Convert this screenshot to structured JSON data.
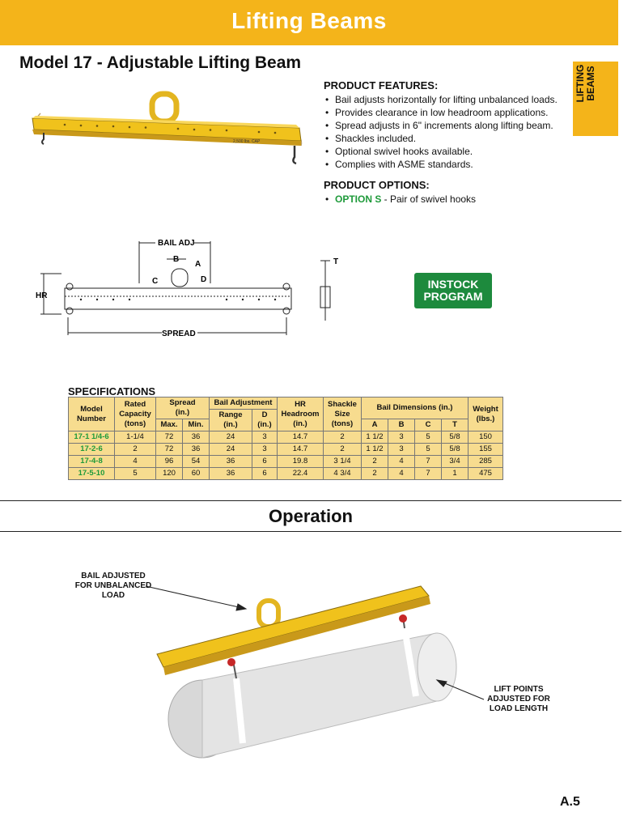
{
  "banner": {
    "title": "Lifting Beams"
  },
  "side_tab": {
    "label_line1": "LIFTING",
    "label_line2": "BEAMS"
  },
  "model_title": "Model 17 - Adjustable Lifting Beam",
  "features": {
    "heading": "PRODUCT FEATURES:",
    "items": [
      "Bail adjusts horizontally for lifting unbalanced loads.",
      "Provides clearance in low headroom applications.",
      "Spread adjusts in 6\" increments along lifting beam.",
      "Shackles included.",
      "Optional swivel hooks available.",
      "Complies with ASME standards."
    ]
  },
  "options": {
    "heading": "PRODUCT OPTIONS:",
    "items": [
      {
        "code": "OPTION S",
        "text": " - Pair of swivel hooks"
      }
    ]
  },
  "beam_photo": {
    "capacity_text": "2,500 lbs. CAP"
  },
  "diagram": {
    "bail_adj": "BAIL ADJ",
    "spread": "SPREAD",
    "hr": "HR",
    "b": "B",
    "a": "A",
    "c": "C",
    "d": "D",
    "t": "T"
  },
  "instock": {
    "line1": "INSTOCK",
    "line2": "PROGRAM"
  },
  "specifications": {
    "title": "SPECIFICATIONS",
    "headers": {
      "model": [
        "Model",
        "Number"
      ],
      "capacity": [
        "Rated",
        "Capacity",
        "(tons)"
      ],
      "spread": [
        "Spread",
        "(in.)"
      ],
      "spread_max": "Max.",
      "spread_min": "Min.",
      "bail_adj": "Bail Adjustment",
      "range": [
        "Range",
        "(in.)"
      ],
      "d": [
        "D",
        "(in.)"
      ],
      "hr": [
        "HR",
        "Headroom",
        "(in.)"
      ],
      "shackle": [
        "Shackle",
        "Size",
        "(tons)"
      ],
      "bail_dims": "Bail Dimensions (in.)",
      "a": "A",
      "b": "B",
      "c": "C",
      "t": "T",
      "weight": [
        "Weight",
        "(lbs.)"
      ]
    },
    "rows": [
      [
        "17-1 1/4-6",
        "1-1/4",
        "72",
        "36",
        "24",
        "3",
        "14.7",
        "2",
        "1 1/2",
        "3",
        "5",
        "5/8",
        "150"
      ],
      [
        "17-2-6",
        "2",
        "72",
        "36",
        "24",
        "3",
        "14.7",
        "2",
        "1 1/2",
        "3",
        "5",
        "5/8",
        "155"
      ],
      [
        "17-4-8",
        "4",
        "96",
        "54",
        "36",
        "6",
        "19.8",
        "3 1/4",
        "2",
        "4",
        "7",
        "3/4",
        "285"
      ],
      [
        "17-5-10",
        "5",
        "120",
        "60",
        "36",
        "6",
        "22.4",
        "4 3/4",
        "2",
        "4",
        "7",
        "1",
        "475"
      ]
    ]
  },
  "operation": {
    "title": "Operation",
    "callout_left": [
      "BAIL ADJUSTED",
      "FOR UNBALANCED",
      "LOAD"
    ],
    "callout_right": [
      "LIFT POINTS",
      "ADJUSTED FOR",
      "LOAD LENGTH"
    ]
  },
  "page_number": "A.5",
  "colors": {
    "brand_yellow": "#f4b41a",
    "option_green": "#1e9a3a",
    "instock_green": "#1d8a3d",
    "table_fill": "#f7dc8f"
  }
}
